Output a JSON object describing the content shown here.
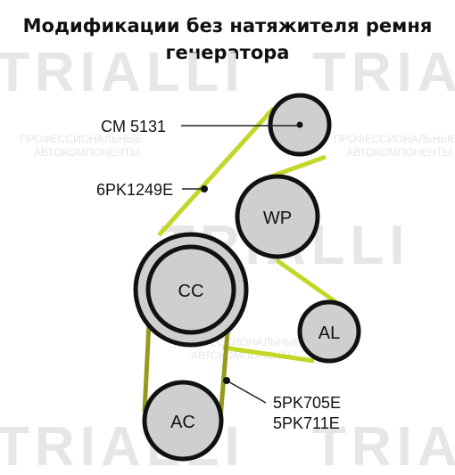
{
  "title": {
    "line1": "Модификации без натяжителя ремня",
    "line2": "генератора"
  },
  "watermark": {
    "logo": "TRIALLI",
    "tagline1": "ПРОФЕССИОНАЛЬНЫЕ",
    "tagline2": "АВТОКОМПОНЕНТЫ"
  },
  "colors": {
    "belt_main": "#c3d72a",
    "belt_secondary": "#949b1c",
    "pulley_fill": "#cfcfcf",
    "pulley_stroke": "#111111",
    "leader": "#222222",
    "watermark": "#e6e6e6"
  },
  "pulleys": {
    "cm": {
      "label": ""
    },
    "wp": {
      "label": "WP"
    },
    "cc": {
      "label": "CC"
    },
    "al": {
      "label": "AL"
    },
    "ac": {
      "label": "AC"
    }
  },
  "callouts": {
    "cm_part": "CM 5131",
    "main_belt": "6PK1249E",
    "ac_belt_1": "5PK705E",
    "ac_belt_2": "5PK711E"
  }
}
